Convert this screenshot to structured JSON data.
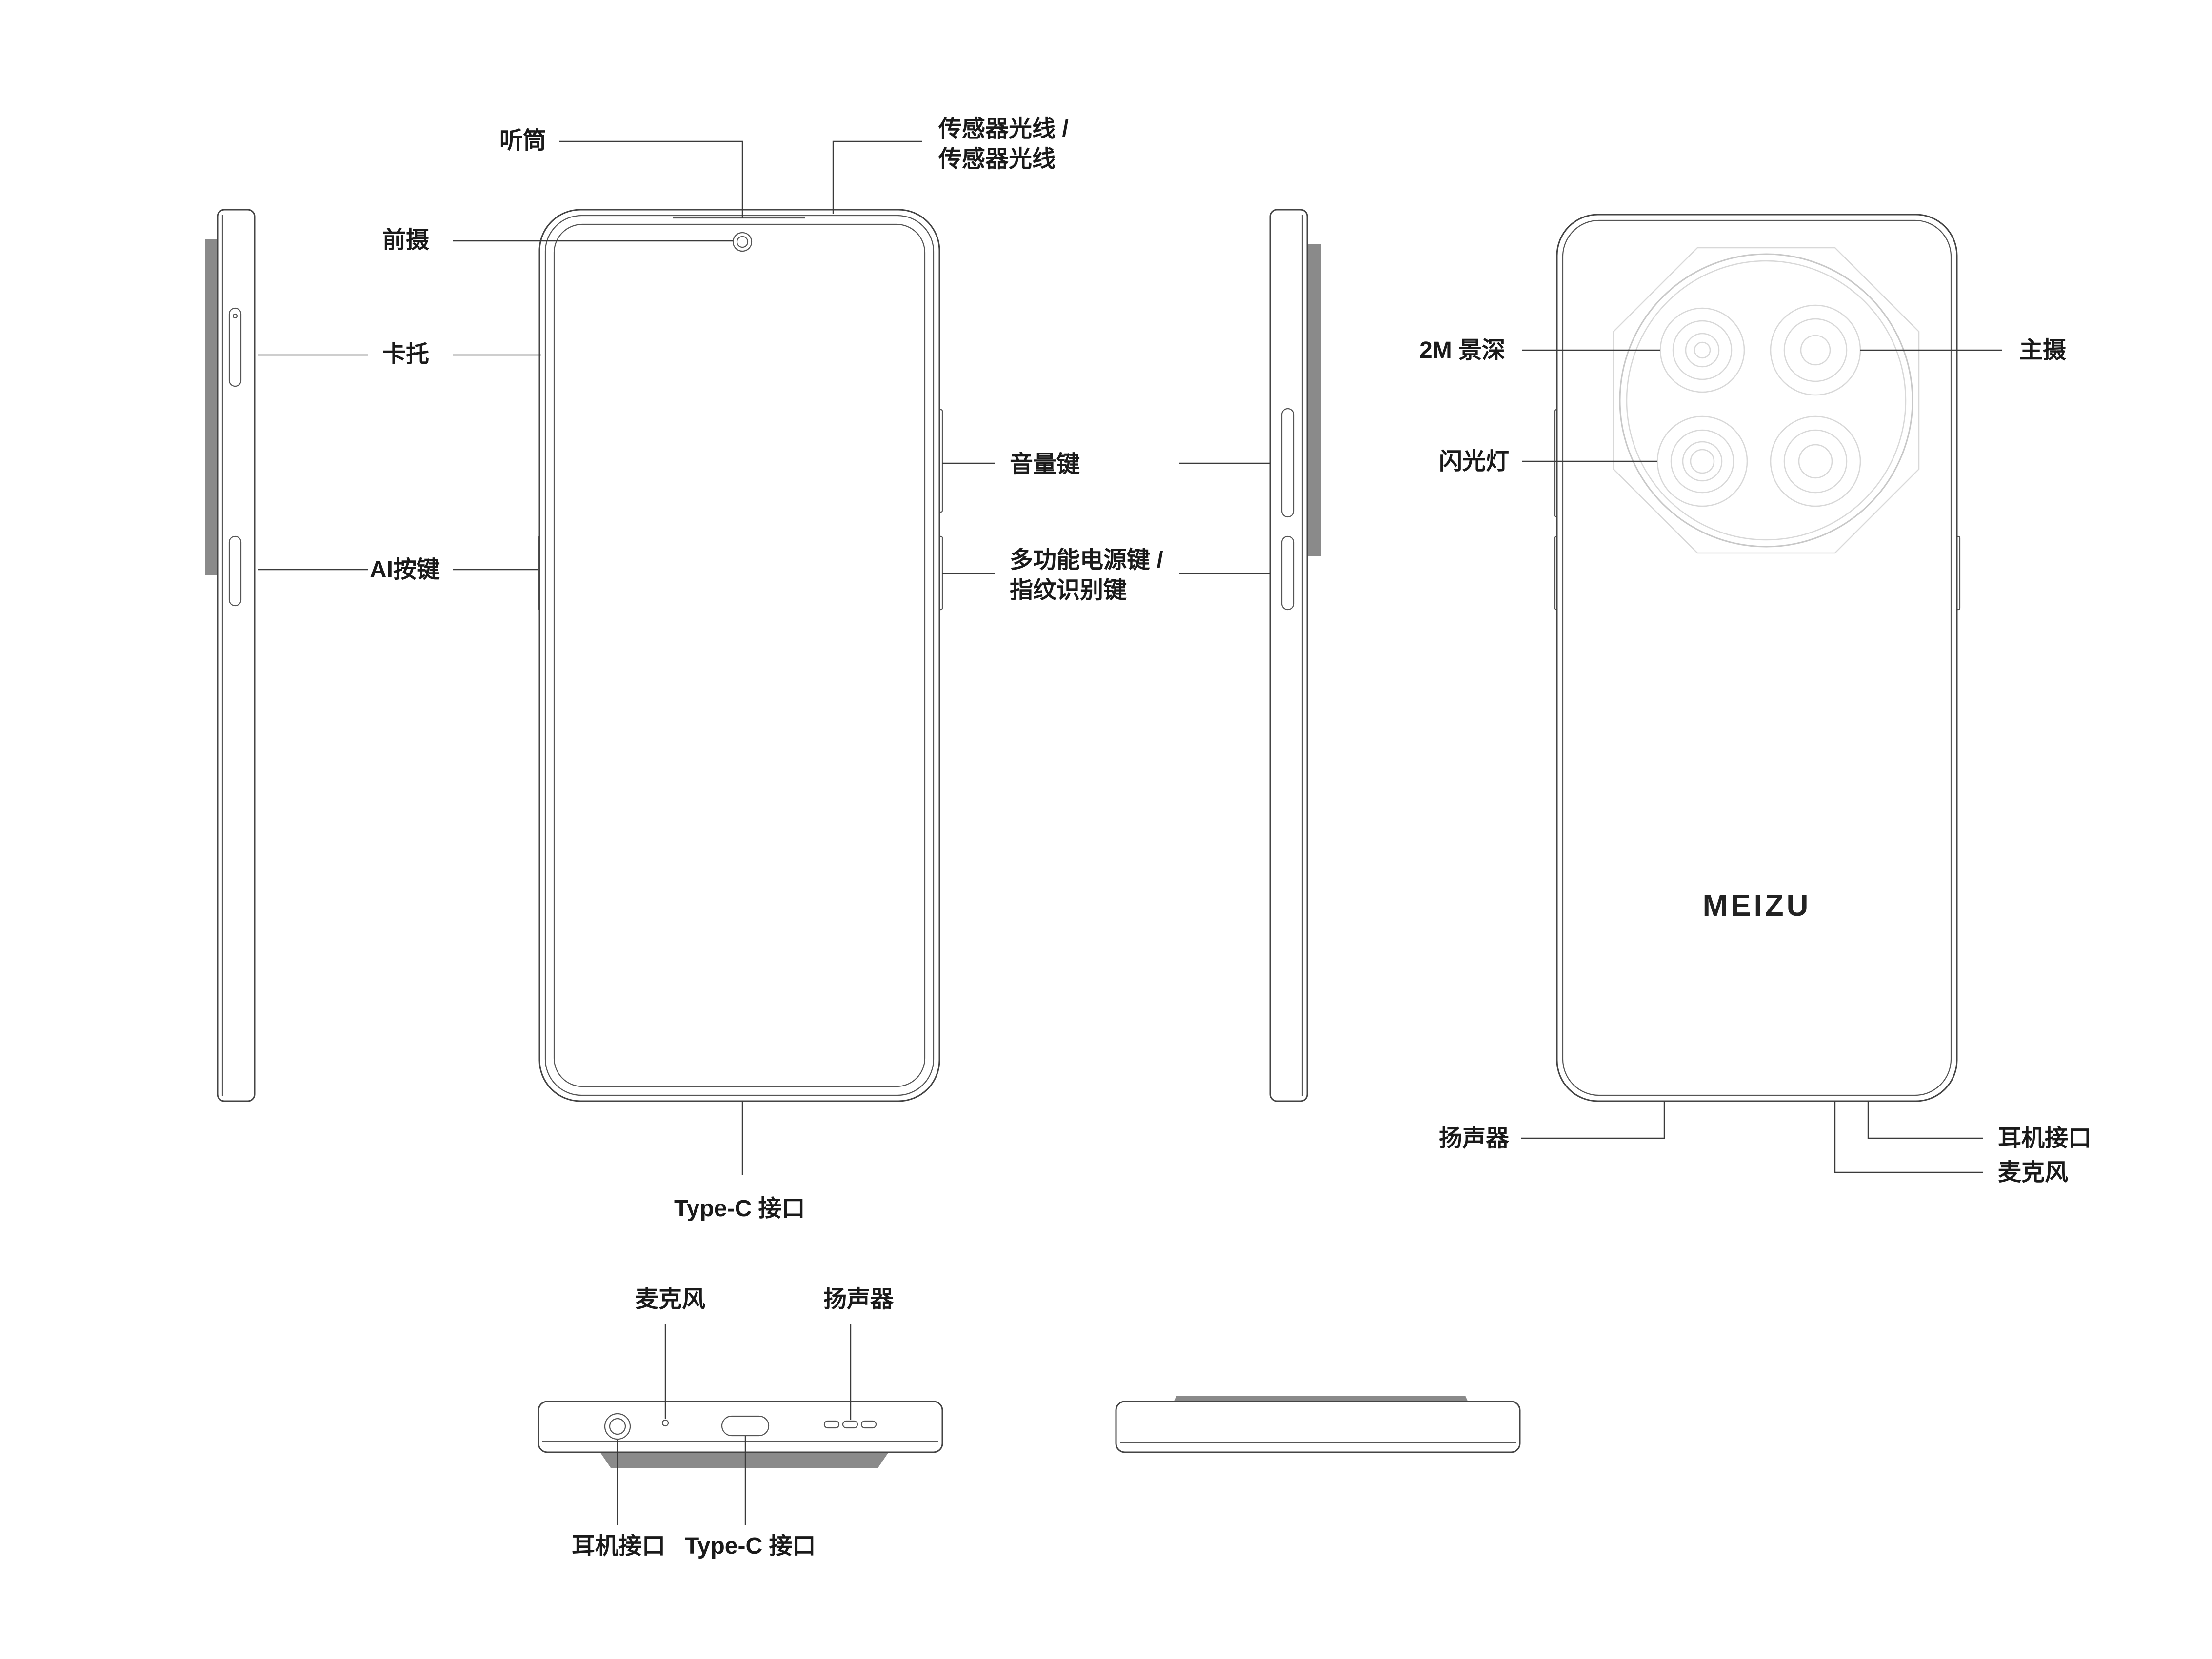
{
  "labels": {
    "earpiece": "听筒",
    "sensor_line1": "传感器光线 /",
    "sensor_line2": "传感器光线",
    "front_camera": "前摄",
    "sim_tray": "卡托",
    "ai_key": "AI按键",
    "volume_key": "音量键",
    "power_line1": "多功能电源键 /",
    "power_line2": "指纹识别键",
    "typec_front": "Type-C 接口",
    "depth_camera": "2M 景深",
    "main_camera": "主摄",
    "flash": "闪光灯",
    "speaker_back": "扬声器",
    "headphone_back": "耳机接口",
    "mic_back": "麦克风",
    "mic_bottom": "麦克风",
    "speaker_bottom": "扬声器",
    "headphone_bottom": "耳机接口",
    "typec_bottom": "Type-C 接口"
  },
  "brand": {
    "logo_text": "MEIZU"
  },
  "colors": {
    "outline": "#444444",
    "leader": "#3a3a3a",
    "camera_band": "#8a8a8a",
    "camera_ring": "#c8c8c8"
  }
}
